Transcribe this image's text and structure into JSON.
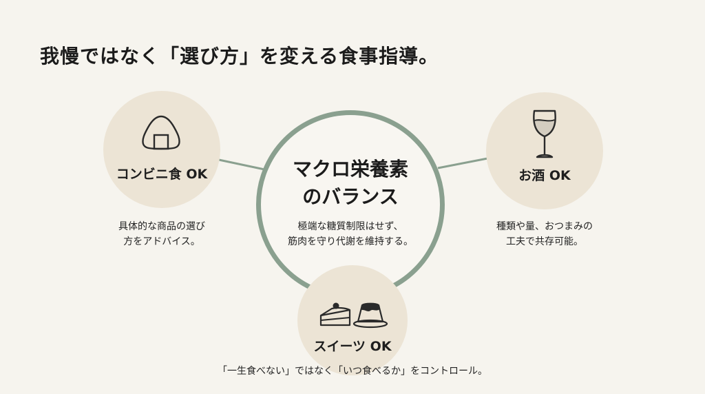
{
  "title": "我慢ではなく「選び方」を変える食事指導。",
  "center": {
    "title_lines": [
      "マクロ栄養素",
      "のバランス"
    ],
    "desc_lines": [
      "極端な糖質制限はせず、",
      "筋肉を守り代謝を維持する。"
    ]
  },
  "left": {
    "label": "コンビニ食 OK",
    "icon": "onigiri-icon",
    "desc_lines": [
      "具体的な商品の選び",
      "方をアドバイス。"
    ]
  },
  "right": {
    "label": "お酒 OK",
    "icon": "wine-glass-icon",
    "desc_lines": [
      "種類や量、おつまみの",
      "工夫で共存可能。"
    ]
  },
  "bottom": {
    "label": "スイーツ OK",
    "icons": [
      "cake-icon",
      "pudding-icon"
    ]
  },
  "footer": "「一生食べない」ではなく「いつ食べるか」をコントロール。",
  "colors": {
    "background": "#f6f4ee",
    "bubble": "#ece4d5",
    "ring": "#8aa08f",
    "text": "#1b1b1b"
  }
}
